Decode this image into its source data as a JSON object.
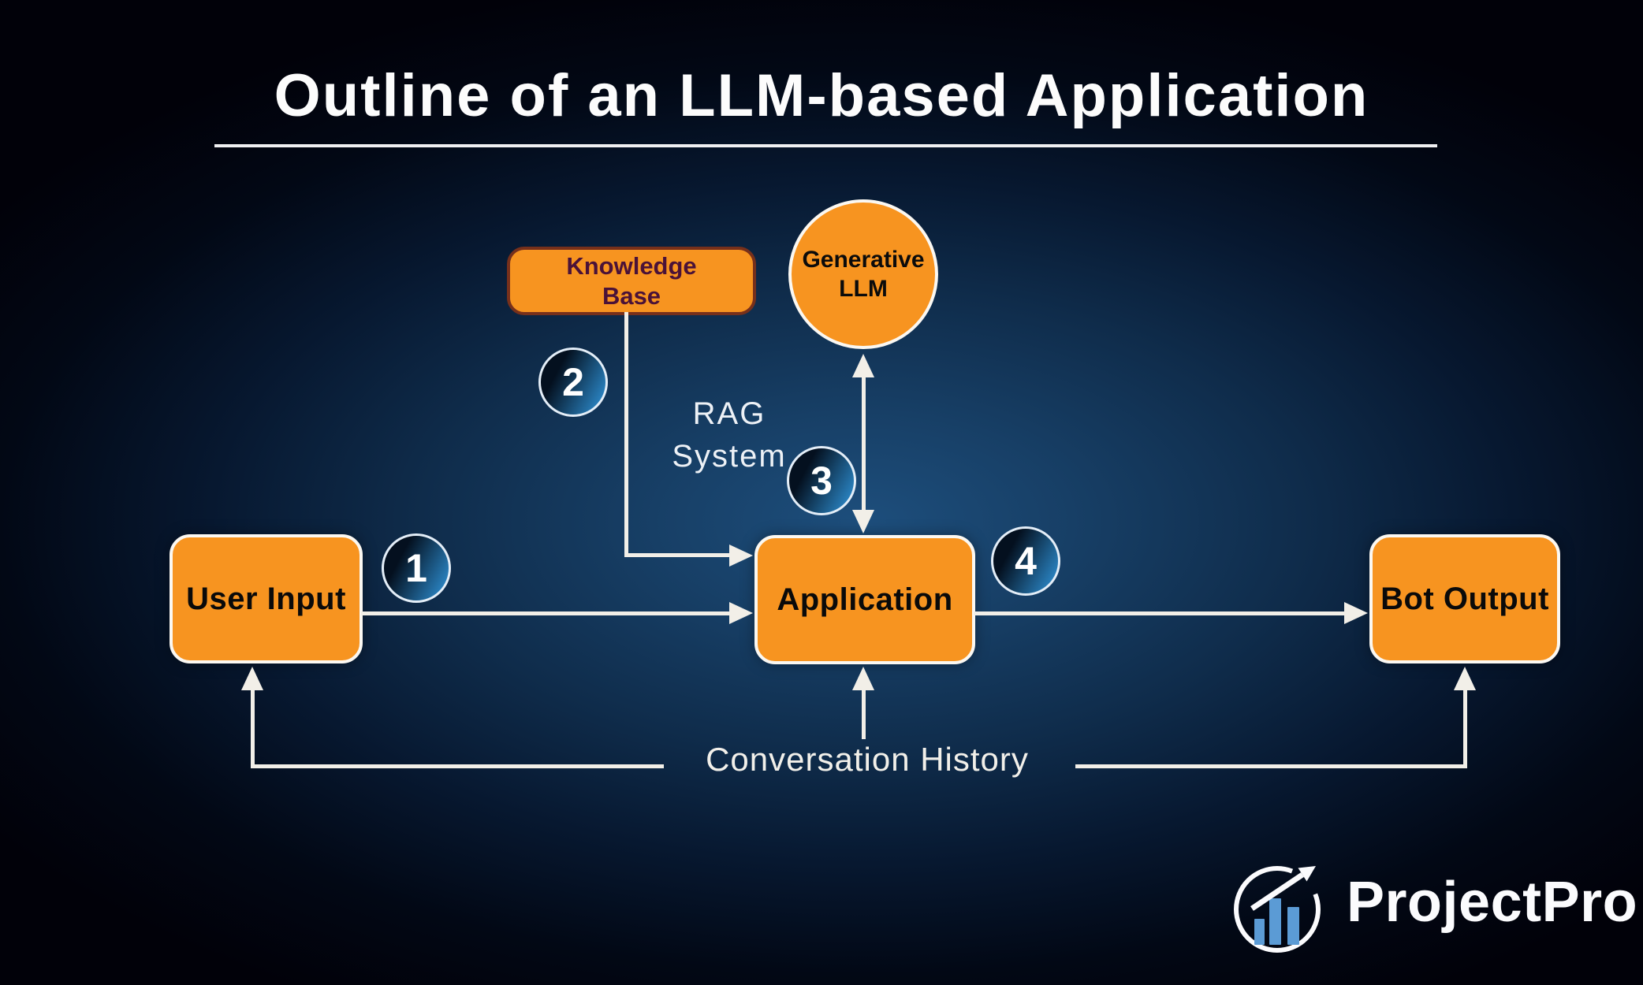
{
  "title": "Outline of an LLM-based Application",
  "nodes": {
    "knowledge_base": "Knowledge Base",
    "generative_llm": "Generative LLM",
    "user_input": "User Input",
    "application": "Application",
    "bot_output": "Bot Output"
  },
  "annotations": {
    "rag_system": "RAG System",
    "conversation_history": "Conversation History"
  },
  "steps": [
    "1",
    "2",
    "3",
    "4"
  ],
  "logo": {
    "brand": "ProjectPro"
  },
  "colors": {
    "background_glow": "#1D4E7C",
    "background_edge": "#010109",
    "node_fill": "#F79420",
    "node_border_light": "#FBF8F2",
    "kb_border": "#77301B",
    "kb_text": "#4A1238",
    "badge_dark": "#04101F",
    "badge_light": "#2F93D8",
    "connector": "#F2EFE8",
    "logo_bars": "#5B9BD5",
    "title_color": "#FCFCFC"
  }
}
